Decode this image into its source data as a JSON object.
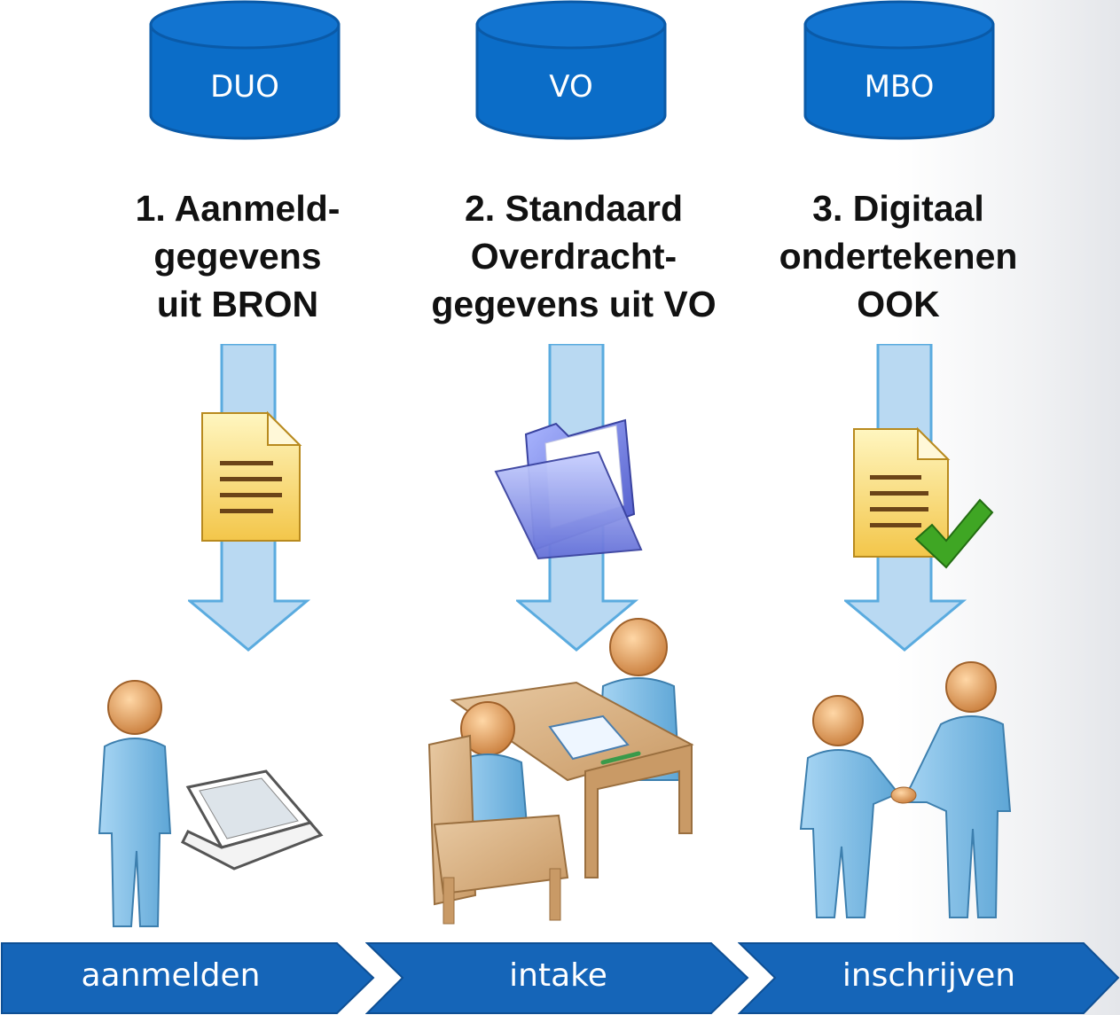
{
  "databases": [
    {
      "label": "DUO"
    },
    {
      "label": "VO"
    },
    {
      "label": "MBO"
    }
  ],
  "steps": [
    {
      "lines": [
        "1. Aanmeld-",
        "gegevens",
        "uit BRON"
      ]
    },
    {
      "lines": [
        "2. Standaard",
        "Overdracht-",
        "gegevens uit VO"
      ]
    },
    {
      "lines": [
        "3. Digitaal",
        "ondertekenen",
        "OOK"
      ]
    }
  ],
  "phases": [
    {
      "label": "aanmelden"
    },
    {
      "label": "intake"
    },
    {
      "label": "inschrijven"
    }
  ],
  "colors": {
    "database_blue": "#0b6dc8",
    "phase_blue": "#1565b8",
    "arrow_fill": "#b9d9f2",
    "arrow_stroke": "#5aabdf"
  },
  "icons": {
    "step1": "document-icon",
    "step2": "folder-icon",
    "step3": "signed-document-icon",
    "scene1": "person-with-laptop-icon",
    "scene2": "intake-meeting-icon",
    "scene3": "handshake-icon"
  }
}
